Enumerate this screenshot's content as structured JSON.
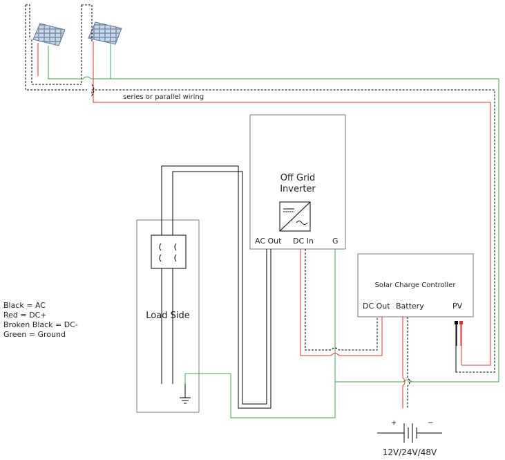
{
  "labels": {
    "wiring_note": "series or parallel wiring",
    "inverter_line1": "Off Grid",
    "inverter_line2": "Inverter",
    "inverter_ac_out": "AC Out",
    "inverter_dc_in": "DC In",
    "inverter_ground": "G",
    "load_side": "Load Side",
    "charge_controller": "Solar Charge Controller",
    "cc_dc_out": "DC Out",
    "cc_battery": "Battery",
    "cc_pv": "PV",
    "battery_plus": "+",
    "battery_minus": "−",
    "battery_voltage": "12V/24V/48V"
  },
  "legend": [
    "Black = AC",
    "Red = DC+",
    "Broken Black = DC-",
    "Green = Ground"
  ],
  "colors": {
    "ac": "#000000",
    "dc_positive": "#e03030",
    "dc_negative": "#000000",
    "ground": "#3aa84a",
    "panel": "#8ea3bf",
    "box_border": "#777777"
  }
}
